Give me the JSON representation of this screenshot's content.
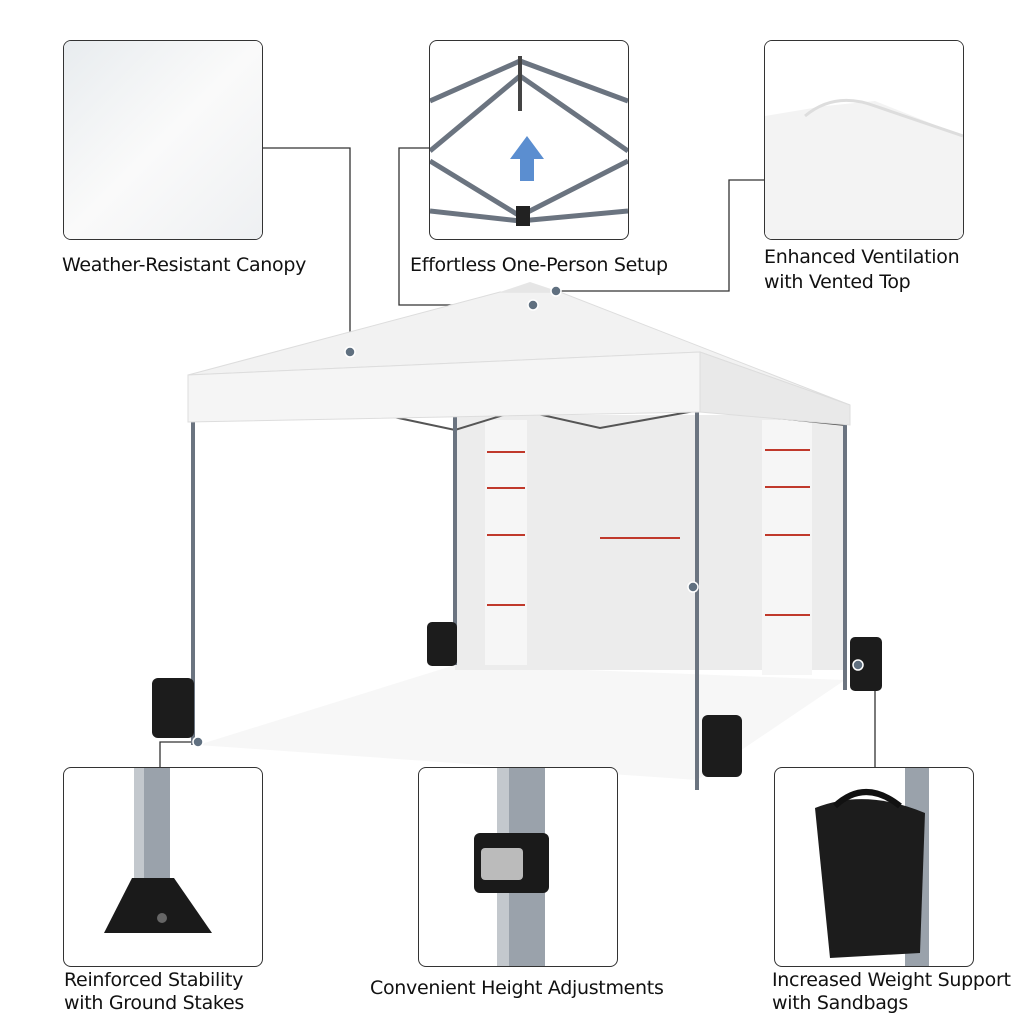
{
  "features": [
    {
      "id": "canopy",
      "lines": [
        "Weather-Resistant Canopy"
      ]
    },
    {
      "id": "setup",
      "lines": [
        "Effortless One-Person Setup"
      ]
    },
    {
      "id": "ventilation",
      "lines": [
        "Enhanced Ventilation",
        "with Vented Top"
      ]
    },
    {
      "id": "stability",
      "lines": [
        "Reinforced Stability",
        "with Ground Stakes"
      ]
    },
    {
      "id": "height",
      "lines": [
        "Convenient Height Adjustments"
      ]
    },
    {
      "id": "sandbags",
      "lines": [
        "Increased Weight Support",
        "with Sandbags"
      ]
    }
  ],
  "colors": {
    "frame": "#6b7480",
    "canopy": "#f4f4f4",
    "sandbag": "#1c1c1c",
    "arrow": "#5b8ed0",
    "accent": "#c0392b"
  }
}
